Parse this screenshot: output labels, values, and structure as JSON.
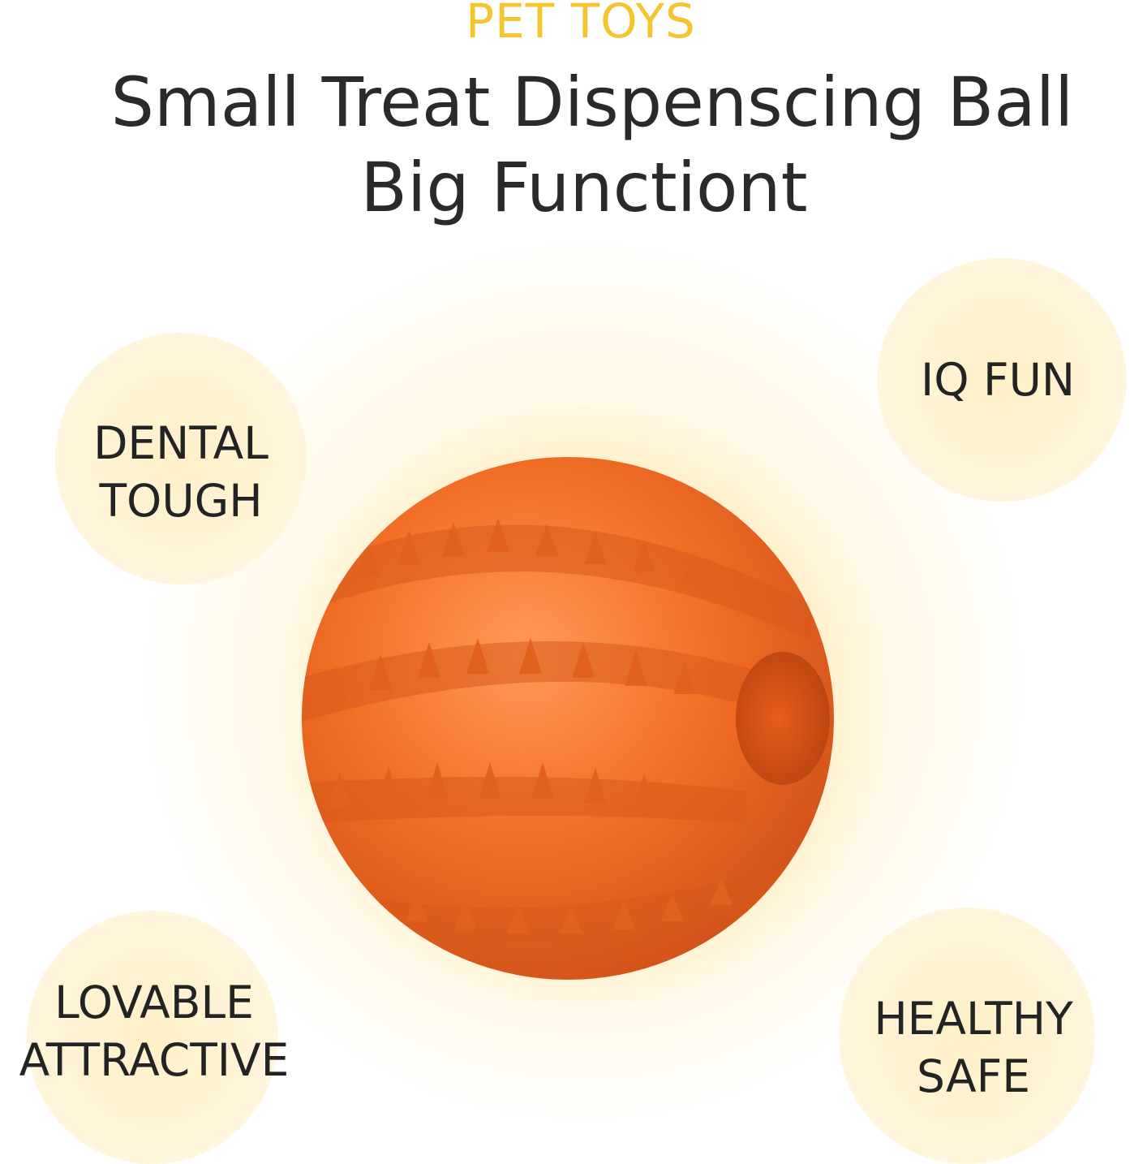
{
  "header": {
    "eyebrow": "PET TOYS",
    "title_line1": "Small Treat Dispenscing Ball",
    "title_line2": "Big Functiont"
  },
  "features": [
    {
      "line1": "DENTAL",
      "line2": "TOUGH"
    },
    {
      "line1": "IQ FUN",
      "line2": ""
    },
    {
      "line1": "LOVABLE",
      "line2": "ATTRACTIVE"
    },
    {
      "line1": "HEALTHY",
      "line2": "SAFE"
    }
  ],
  "colors": {
    "eyebrow": "#f4c52e",
    "title": "#2a2a2a",
    "ball": "#f26d25",
    "bubble": "#fff0c9"
  }
}
